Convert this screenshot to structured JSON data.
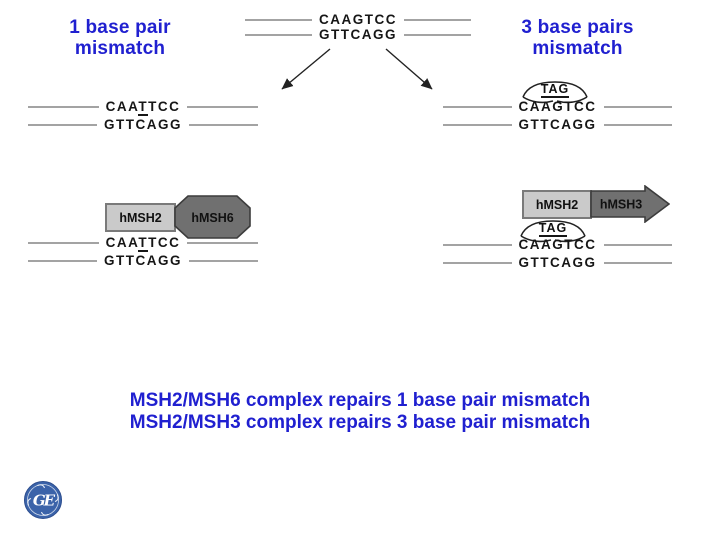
{
  "labels": {
    "left": {
      "line1": "1 base pair",
      "line2": "mismatch"
    },
    "right": {
      "line1": "3 base pairs",
      "line2": "mismatch"
    }
  },
  "top_duplex": {
    "top_strand": "CAAGTCC",
    "bottom_strand": "GTTCAGG"
  },
  "branch_left": {
    "duplex": {
      "top_prefix": "CAA",
      "mismatch_base": "T",
      "top_suffix": "TCC",
      "bottom_strand": "GTTCAGG"
    }
  },
  "branch_right": {
    "loop_label": "TAG",
    "duplex": {
      "top_strand": "CAAGTCC",
      "bottom_strand": "GTTCAGG"
    }
  },
  "complex_left": {
    "protein_a": "hMSH2",
    "protein_b": "hMSH6",
    "duplex": {
      "top_prefix": "CAA",
      "mismatch_base": "T",
      "top_suffix": "TCC",
      "bottom_strand": "GTTCAGG"
    }
  },
  "complex_right": {
    "protein_a": "hMSH2",
    "protein_b": "hMSH3",
    "loop_label": "TAG",
    "duplex": {
      "top_strand": "CAAGTCC",
      "bottom_strand": "GTTCAGG"
    }
  },
  "caption": {
    "line1": "MSH2/MSH6 complex repairs 1 base pair mismatch",
    "line2": "MSH2/MSH3 complex repairs 3 base pair mismatch"
  },
  "logo": {
    "monogram": "GE"
  },
  "colors": {
    "accent_blue": "#2020d0",
    "sequence_black": "#161616",
    "strand_gray": "#a3a3a3",
    "protein_light_fill": "#cacaca",
    "protein_dark_fill": "#707070",
    "ge_logo_blue": "#3b63a9"
  }
}
